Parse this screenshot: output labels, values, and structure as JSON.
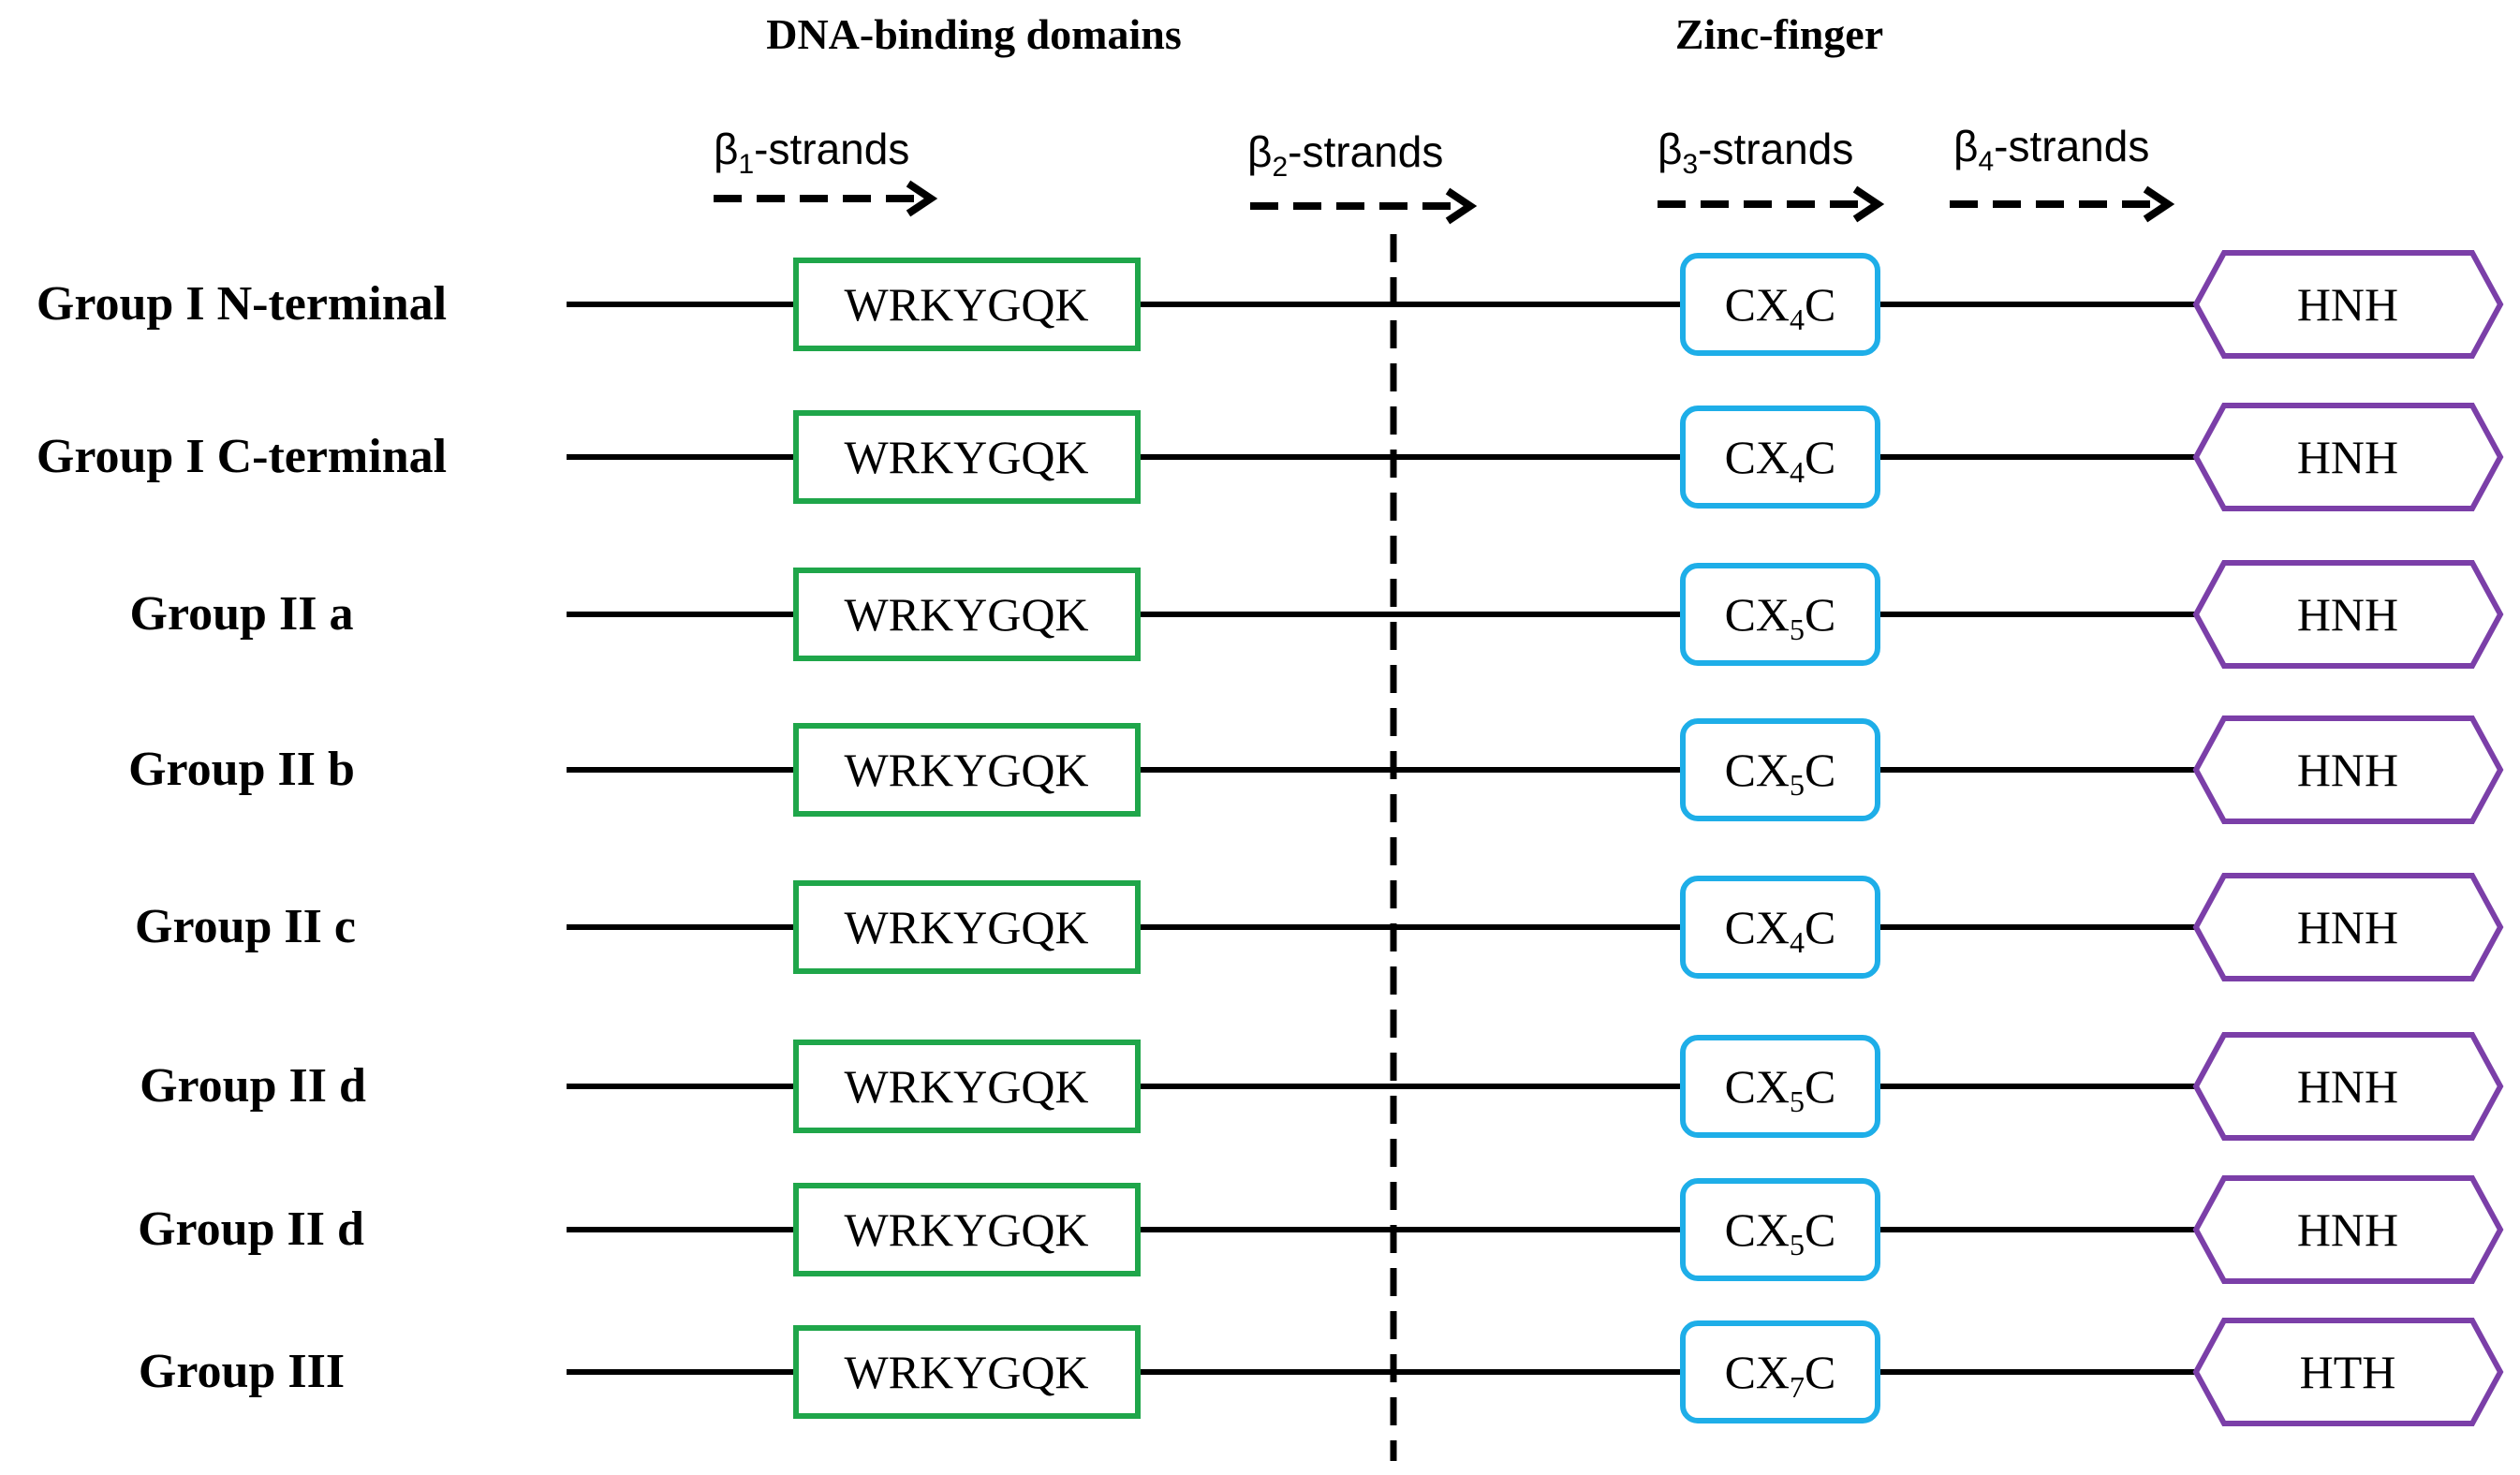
{
  "headers": {
    "dna_binding": "DNA-binding domains",
    "zinc_finger": "Zinc-finger"
  },
  "strands": [
    {
      "sym": "β",
      "sub": "1",
      "suffix": "-strands"
    },
    {
      "sym": "β",
      "sub": "2",
      "suffix": "-strands"
    },
    {
      "sym": "β",
      "sub": "3",
      "suffix": "-strands"
    },
    {
      "sym": "β",
      "sub": "4",
      "suffix": "-strands"
    }
  ],
  "rows": [
    {
      "label": "Group I N-terminal",
      "motif": "WRKYGQK",
      "zf_pre": "CX",
      "zf_sub": "4",
      "zf_post": "C",
      "end": "HNH"
    },
    {
      "label": "Group I C-terminal",
      "motif": "WRKYGQK",
      "zf_pre": "CX",
      "zf_sub": "4",
      "zf_post": "C",
      "end": "HNH"
    },
    {
      "label": "Group II a",
      "motif": "WRKYGQK",
      "zf_pre": "CX",
      "zf_sub": "5",
      "zf_post": "C",
      "end": "HNH"
    },
    {
      "label": "Group II b",
      "motif": "WRKYGQK",
      "zf_pre": "CX",
      "zf_sub": "5",
      "zf_post": "C",
      "end": "HNH"
    },
    {
      "label": "Group II c",
      "motif": "WRKYGQK",
      "zf_pre": "CX",
      "zf_sub": "4",
      "zf_post": "C",
      "end": "HNH"
    },
    {
      "label": "Group II d",
      "motif": "WRKYGQK",
      "zf_pre": "CX",
      "zf_sub": "5",
      "zf_post": "C",
      "end": "HNH"
    },
    {
      "label": "Group II d",
      "motif": "WRKYGQK",
      "zf_pre": "CX",
      "zf_sub": "5",
      "zf_post": "C",
      "end": "HNH"
    },
    {
      "label": "Group III",
      "motif": "WRKYGQK",
      "zf_pre": "CX",
      "zf_sub": "7",
      "zf_post": "C",
      "end": "HTH"
    }
  ],
  "colors": {
    "motif_box": "#1fa64a",
    "zinc_box": "#1eaee8",
    "end_hexagon": "#7b3fa8",
    "line": "#000000"
  }
}
